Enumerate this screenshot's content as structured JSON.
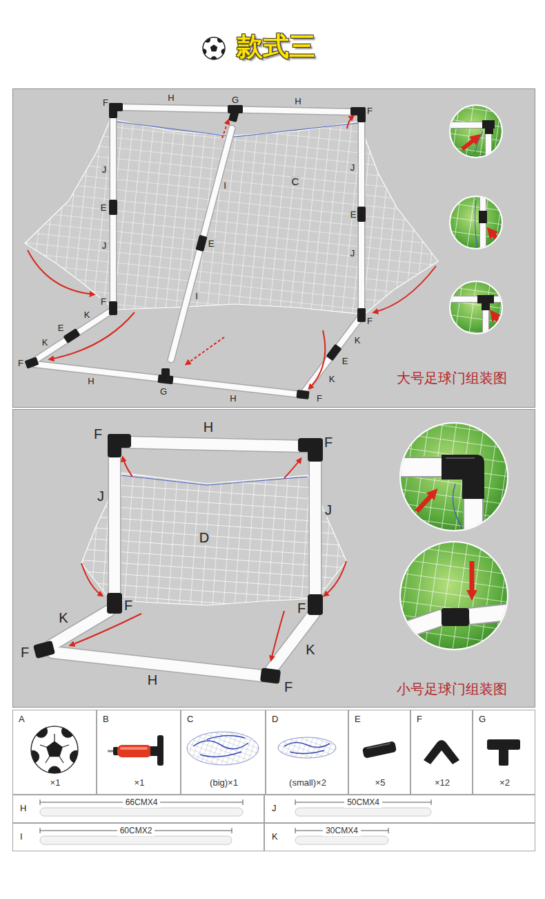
{
  "diagram": {
    "title": "款式三",
    "nodes": [
      {
        "text": [
          "大号足球门组装图"
        ]
      },
      {
        "text": [
          "小号足球门组装图"
        ]
      },
      {
        "text": [
          "A",
          "×1"
        ]
      },
      {
        "text": [
          "B",
          "×1"
        ]
      },
      {
        "text": [
          "C",
          "(big)×1"
        ]
      },
      {
        "text": [
          "D",
          "(small)×2"
        ]
      },
      {
        "text": [
          "E",
          "×5"
        ]
      },
      {
        "text": [
          "F",
          "×12"
        ]
      },
      {
        "text": [
          "G",
          "×2"
        ]
      },
      {
        "text": [
          "H",
          "66CMX4"
        ]
      },
      {
        "text": [
          "J",
          "50CMX4"
        ]
      },
      {
        "text": [
          "I",
          "60CMX2"
        ]
      },
      {
        "text": [
          "K",
          "30CMX4"
        ]
      }
    ],
    "labels": [
      "F",
      "H",
      "G",
      "H",
      "F",
      "J",
      "I",
      "C",
      "J",
      "E",
      "E",
      "E",
      "J",
      "J",
      "I",
      "F",
      "K",
      "F",
      "E",
      "K",
      "K",
      "E",
      "F",
      "K",
      "H",
      "G",
      "H",
      "F",
      "F",
      "H",
      "F",
      "J",
      "D",
      "J",
      "F",
      "F",
      "K",
      "F",
      "K",
      "H",
      "F"
    ]
  }
}
